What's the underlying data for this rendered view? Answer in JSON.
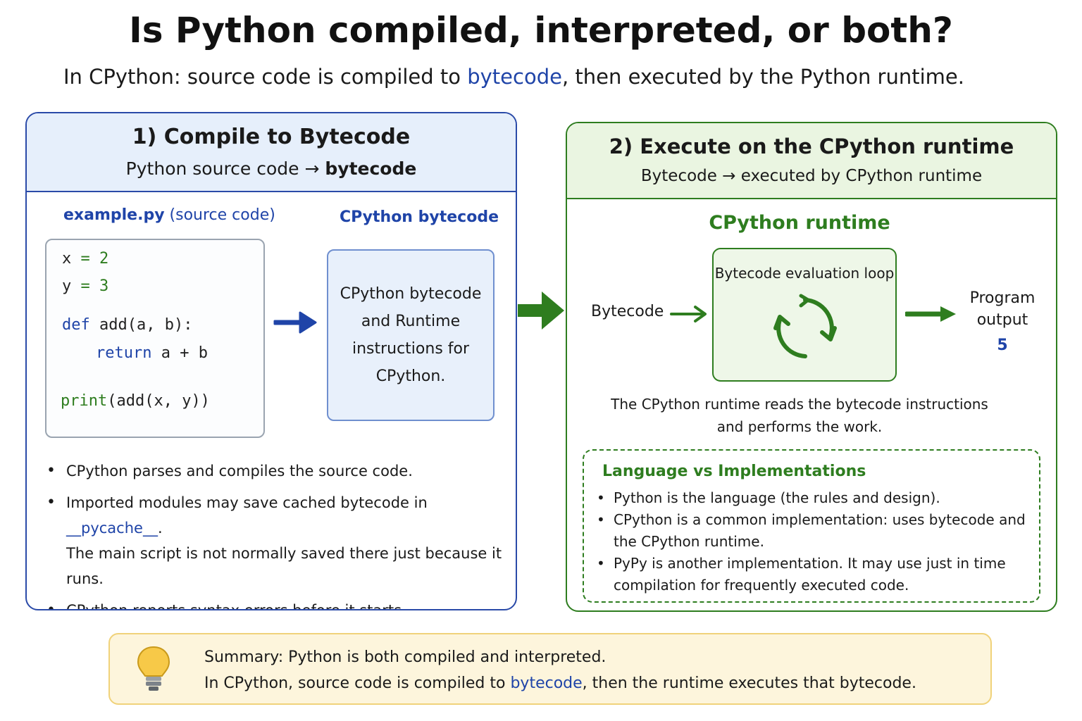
{
  "title": "Is Python compiled, interpreted, or both?",
  "subtitle": {
    "pre": "In CPython: source code is compiled to ",
    "highlight": "bytecode",
    "post": ", then executed by the Python runtime."
  },
  "panel1": {
    "title": "1) Compile to Bytecode",
    "subtitle_pre": "Python source code → ",
    "subtitle_bold": "bytecode",
    "source_label_file": "example.py",
    "source_label_rest": " (source code)",
    "bytecode_label": "CPython bytecode",
    "code": {
      "line1_var": "x",
      "line1_op": " = ",
      "line1_val": "2",
      "line2_var": "y",
      "line2_op": " = ",
      "line2_val": "3",
      "line3_kw": "def",
      "line3_rest": " add(a, b):",
      "line4_kw": "return",
      "line4_rest": " a + b",
      "line5_kw": "print",
      "line5_rest": "(add(x, y))"
    },
    "bytecode_box": "CPython bytecode and Runtime instructions for CPython.",
    "bullets": [
      "CPython parses and compiles the source code.",
      "Imported modules may save cached bytecode in ",
      "__pycache__",
      ".",
      "The main script is not normally saved there just because it runs.",
      "CPython reports syntax errors before it starts executing that compiled code."
    ]
  },
  "panel2": {
    "title": "2) Execute on the CPython runtime",
    "subtitle": "Bytecode → executed by CPython runtime",
    "runtime_label": "CPython runtime",
    "input_label": "Bytecode",
    "eval_loop_label": "Bytecode evaluation loop",
    "output_label": "Program output",
    "output_value": "5",
    "description": "The CPython runtime reads the bytecode instructions and performs the work.",
    "lang_title": "Language vs Implementations",
    "lang_bullets": [
      "Python is the language (the rules and design).",
      "CPython is a common implementation: uses bytecode and the CPython runtime.",
      "PyPy is another implementation. It may use just in time compilation for frequently executed code."
    ]
  },
  "summary": {
    "line1": "Summary: Python is both compiled and interpreted.",
    "line2_pre": "In CPython, source code is compiled to ",
    "line2_highlight": "bytecode",
    "line2_post": ",  then the runtime executes that bytecode."
  },
  "colors": {
    "blue_accent": "#1f44a8",
    "green_accent": "#2e7d1f",
    "panel1_header_bg": "#e6effb",
    "panel2_header_bg": "#eaf5e1",
    "summary_bg": "#fdf5dc",
    "summary_border": "#f0d27a"
  },
  "icons": [
    "arrow-right-icon",
    "refresh-cycle-icon",
    "lightbulb-icon"
  ]
}
